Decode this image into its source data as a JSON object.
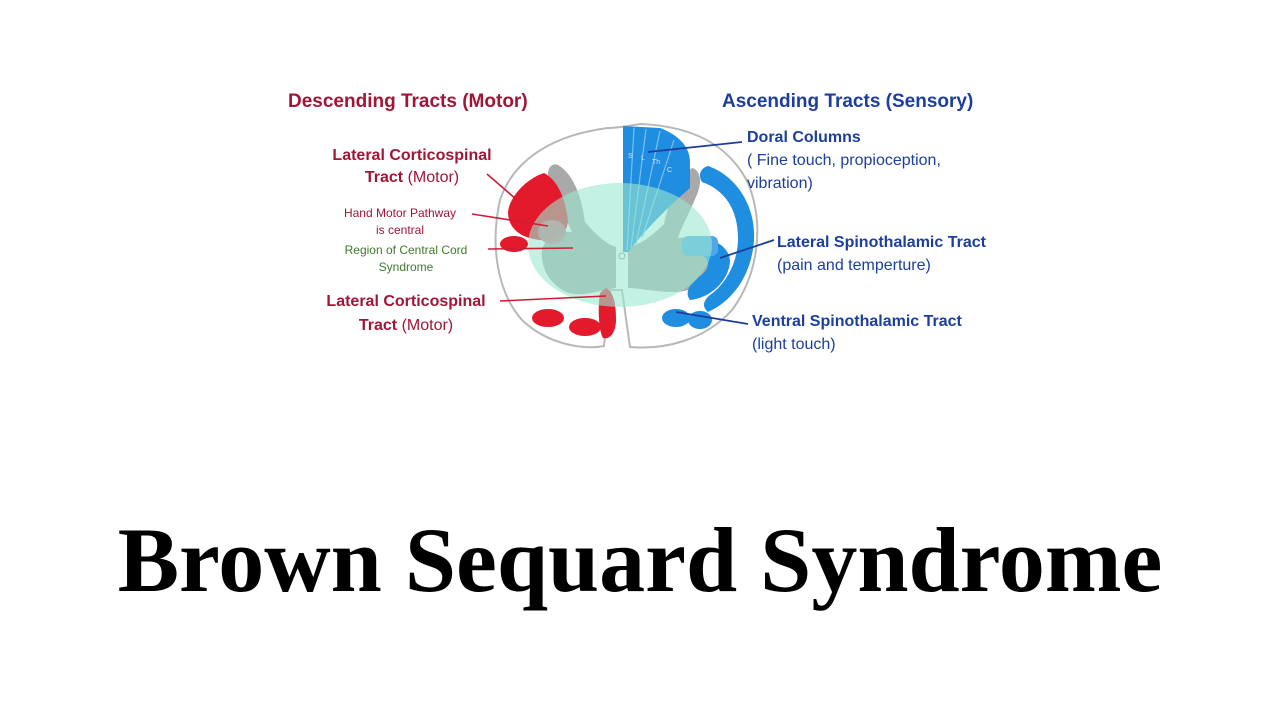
{
  "title": "Brown Sequard Syndrome",
  "diagram": {
    "descending_heading": "Descending Tracts (Motor)",
    "ascending_heading": "Ascending Tracts (Sensory)",
    "left_labels": {
      "lcst_top_line1": "Lateral Corticospinal",
      "lcst_top_tract": "Tract",
      "lcst_top_motor": "(Motor)",
      "hand_motor_line1": "Hand Motor Pathway",
      "hand_motor_line2": "is central",
      "central_cord_line1": "Region of Central Cord",
      "central_cord_line2": "Syndrome",
      "lcst_bottom_line1": "Lateral Corticospinal",
      "lcst_bottom_tract": "Tract",
      "lcst_bottom_motor": "(Motor)"
    },
    "right_labels": {
      "dorsal_title": "Doral Columns",
      "dorsal_desc_line1": "( Fine touch, propioception,",
      "dorsal_desc_line2": "vibration)",
      "lst_title": "Lateral Spinothalamic Tract",
      "lst_desc": "(pain and temperture)",
      "vst_title": "Ventral Spinothalamic Tract",
      "vst_desc": "(light touch)"
    },
    "colors": {
      "motor": "#e3192c",
      "sensory": "#1f8de0",
      "central_region": "#9be8d0",
      "gray_matter": "#a9a9a9",
      "heading_red": "#a11636",
      "heading_blue": "#1c3f9e",
      "label_green": "#3f7a2c"
    }
  }
}
